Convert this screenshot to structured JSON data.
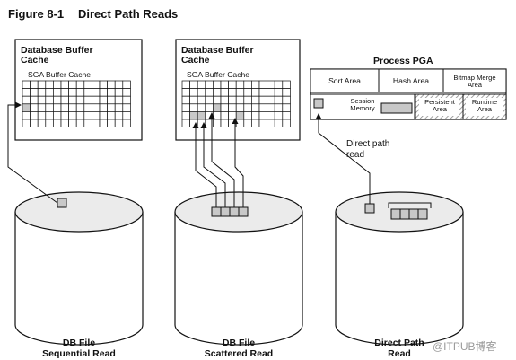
{
  "figure": {
    "number": "Figure 8-1",
    "title": "Direct Path Reads"
  },
  "sequential": {
    "buffer_title": "Database Buffer Cache",
    "sga_label": "SGA Buffer Cache",
    "caption_line1": "DB File",
    "caption_line2": "Sequential Read"
  },
  "scattered": {
    "buffer_title": "Database Buffer Cache",
    "sga_label": "SGA Buffer Cache",
    "caption_line1": "DB File",
    "caption_line2": "Scattered Read"
  },
  "direct": {
    "pga_title": "Process PGA",
    "sort_area": "Sort Area",
    "hash_area": "Hash Area",
    "bitmap_merge_area": "Bitmap Merge Area",
    "session_memory": "Session Memory",
    "persistent_area": "Persistent Area",
    "runtime_area": "Runtime Area",
    "arrow_label": "Direct path read",
    "caption_line1": "Direct Path",
    "caption_line2": "Read"
  },
  "watermark": "@ITPUB博客",
  "colors": {
    "line": "#111111",
    "block_fill": "#c8c8c8",
    "cylinder_top": "#ebebeb",
    "hatch": "#999999"
  }
}
